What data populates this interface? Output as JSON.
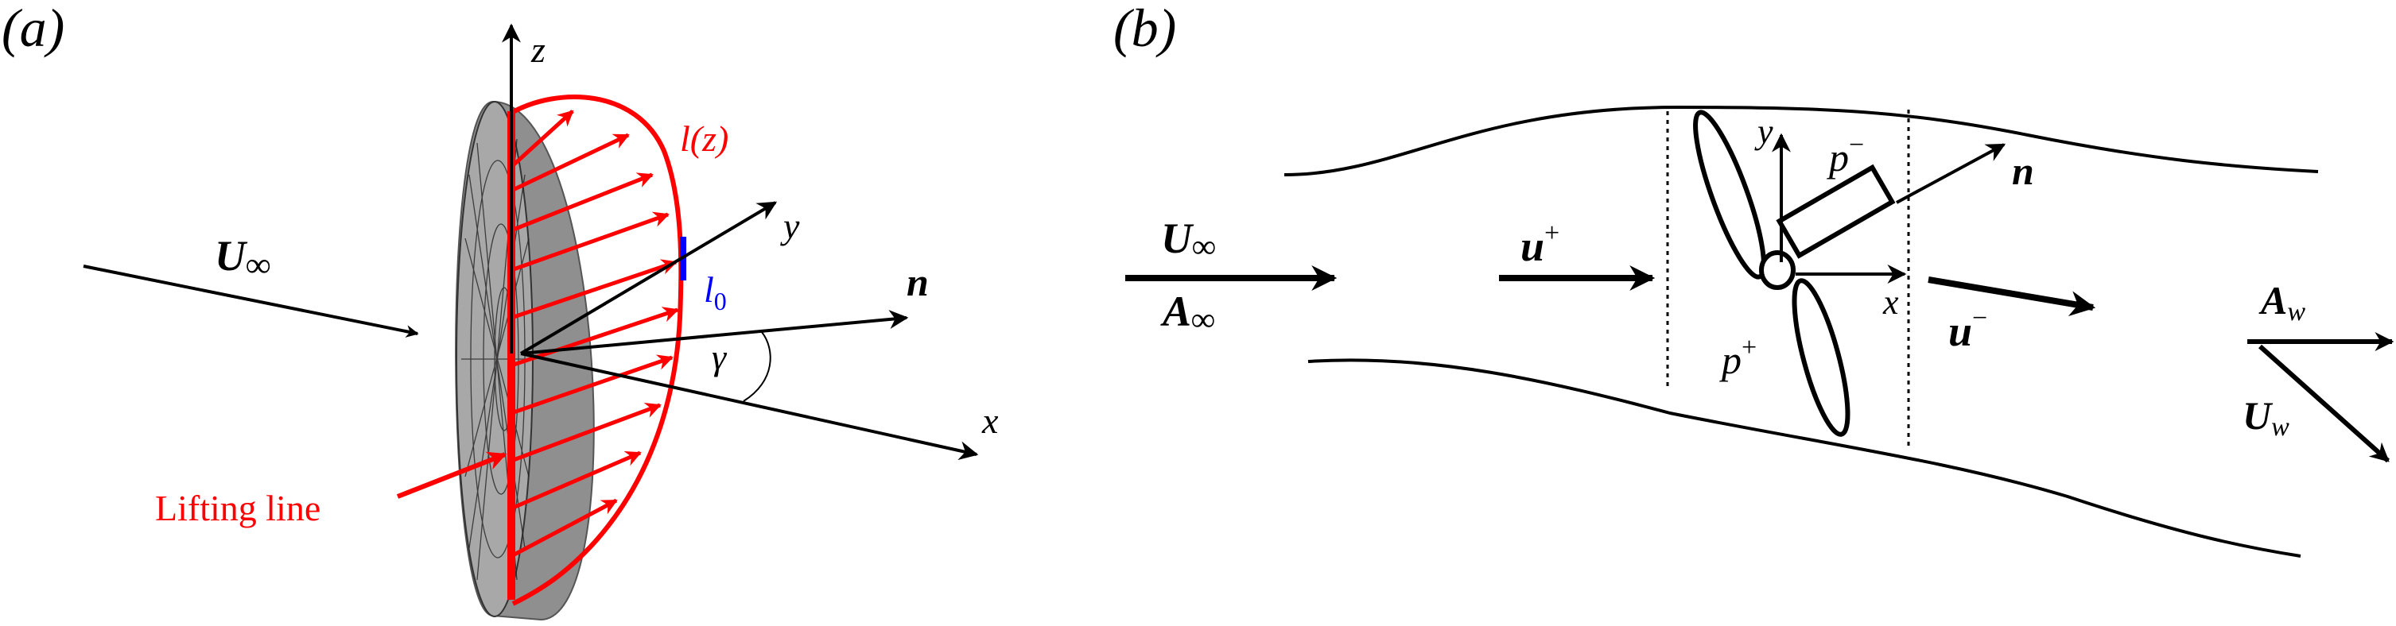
{
  "panel_a": {
    "label": "(a)",
    "axis_z": "z",
    "axis_y": "y",
    "axis_x": "x",
    "normal": "n",
    "angle": "γ",
    "freestream": {
      "main": "U",
      "sub": "∞"
    },
    "lift_distribution": "l(z)",
    "lift_reference": {
      "main": "l",
      "sub": "0"
    },
    "lifting_line_label": "Lifting line",
    "colors": {
      "lift": "#ff0000",
      "reference": "#0000ff",
      "disk": "#9c9c9c"
    }
  },
  "panel_b": {
    "label": "(b)",
    "freestream_velocity": {
      "main": "U",
      "sub": "∞"
    },
    "freestream_area": {
      "main": "A",
      "sub": "∞"
    },
    "upstream_velocity": {
      "main": "u",
      "sup": "+"
    },
    "downstream_velocity": {
      "main": "u",
      "sup": "−"
    },
    "upstream_pressure": {
      "main": "p",
      "sup": "+"
    },
    "downstream_pressure": {
      "main": "p",
      "sup": "−"
    },
    "axis_x": "x",
    "axis_y": "y",
    "normal": "n",
    "wake_area": {
      "main": "A",
      "sub": "w"
    },
    "wake_velocity": {
      "main": "U",
      "sub": "w"
    }
  }
}
